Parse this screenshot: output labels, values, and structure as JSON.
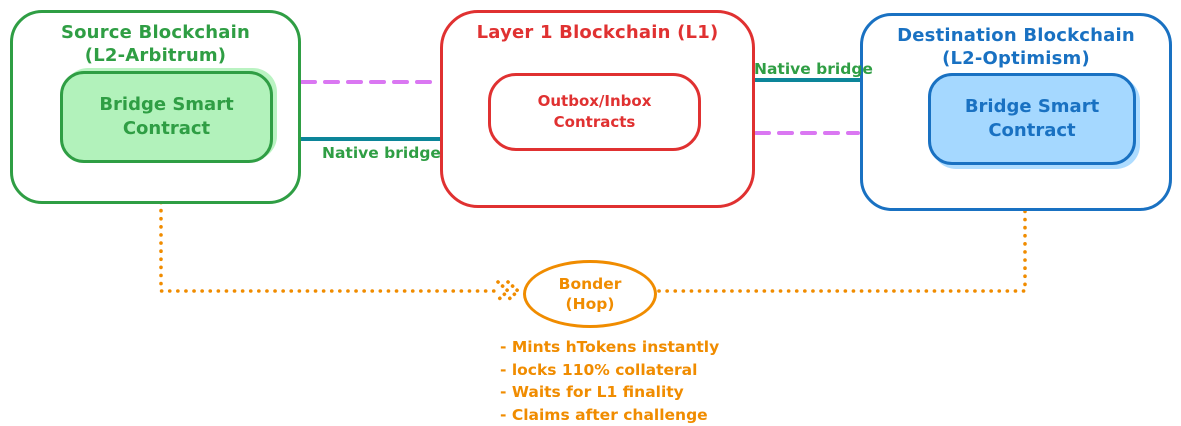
{
  "colors": {
    "green_stroke": "#2f9e44",
    "green_fill": "#b2f2bb",
    "red_stroke": "#e03131",
    "blue_stroke": "#1971c2",
    "blue_fill": "#a5d8ff",
    "orange": "#f08c00",
    "teal": "#0c8599",
    "magenta_dashed": "#da77f2"
  },
  "nodes": {
    "source": {
      "title_line1": "Source Blockchain",
      "title_line2": "(L2-Arbitrum)",
      "inner_label": "Bridge Smart Contract"
    },
    "l1": {
      "title": "Layer 1 Blockchain (L1)",
      "inner_label": "Outbox/Inbox Contracts"
    },
    "destination": {
      "title_line1": "Destination Blockchain",
      "title_line2": "(L2-Optimism)",
      "inner_label": "Bridge Smart Contract"
    }
  },
  "edges": {
    "source_to_l1_native_label": "Native bridge",
    "l1_to_destination_native_label": "Native bridge"
  },
  "bonder": {
    "name_line1": "Bonder",
    "name_line2": "(Hop)",
    "notes": [
      "- Mints hTokens instantly",
      "- locks 110% collateral",
      "- Waits for L1 finality",
      "- Claims after challenge"
    ]
  }
}
